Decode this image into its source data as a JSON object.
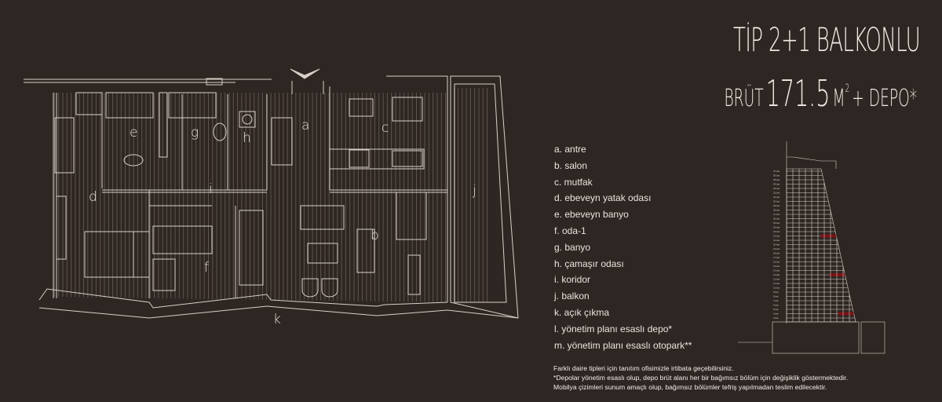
{
  "header": {
    "title": "TİP 2+1 BALKONLU",
    "gross_prefix": "BRÜT",
    "gross_value": "171.5",
    "gross_unit": "M",
    "gross_unit_sup": "2",
    "gross_suffix": "+ DEPO*"
  },
  "plan": {
    "labels": {
      "a": "a",
      "b": "b",
      "c": "c",
      "d": "d",
      "e": "e",
      "f": "f",
      "g": "g",
      "h": "h",
      "i": "i",
      "j": "j",
      "k": "k"
    }
  },
  "legend": [
    "a. antre",
    "b. salon",
    "c. mutfak",
    "d. ebeveyn yatak odası",
    "e. ebeveyn banyo",
    "f. oda-1",
    "g. banyo",
    "h. çamaşır odası",
    "i. koridor",
    "j. balkon",
    "k. açık çıkma",
    "l. yönetim planı esaslı depo*",
    "m. yönetim planı esaslı otopark**"
  ],
  "notes": [
    "Farklı daire tipleri için tanıtım ofisimizle irtibata geçebilirsiniz.",
    "*Depolar yönetim esaslı olup, depo brüt alanı her bir bağımsız bölüm için değişiklik göstermektedir.",
    "Mobilya çizimleri sunum amaçlı olup, bağımsız bölümler tefriş yapılmadan teslim edilecektir."
  ],
  "tower": {
    "floors": [
      "37.kat",
      "36.kat",
      "35.kat",
      "34.kat",
      "33.kat",
      "32.kat",
      "31.kat",
      "30.kat",
      "29.kat",
      "28.kat",
      "27.kat",
      "26.kat",
      "25.kat",
      "24.kat",
      "23.kat",
      "22.kat",
      "21.kat",
      "20.kat",
      "19.kat",
      "18.kat",
      "17.kat",
      "16.kat",
      "15.kat",
      "14.kat",
      "13.kat",
      "12.kat",
      "11.kat",
      "10.kat",
      "9.kat",
      "8.kat",
      "7.kat",
      "6.kat",
      "5.kat",
      "4.kat",
      "3.kat"
    ],
    "highlighted_floors": [
      "22.kat",
      "13.kat",
      "4.kat"
    ],
    "highlight_color": "#7a1416"
  },
  "colors": {
    "background": "#2e2622",
    "line": "#d8d0c8"
  }
}
